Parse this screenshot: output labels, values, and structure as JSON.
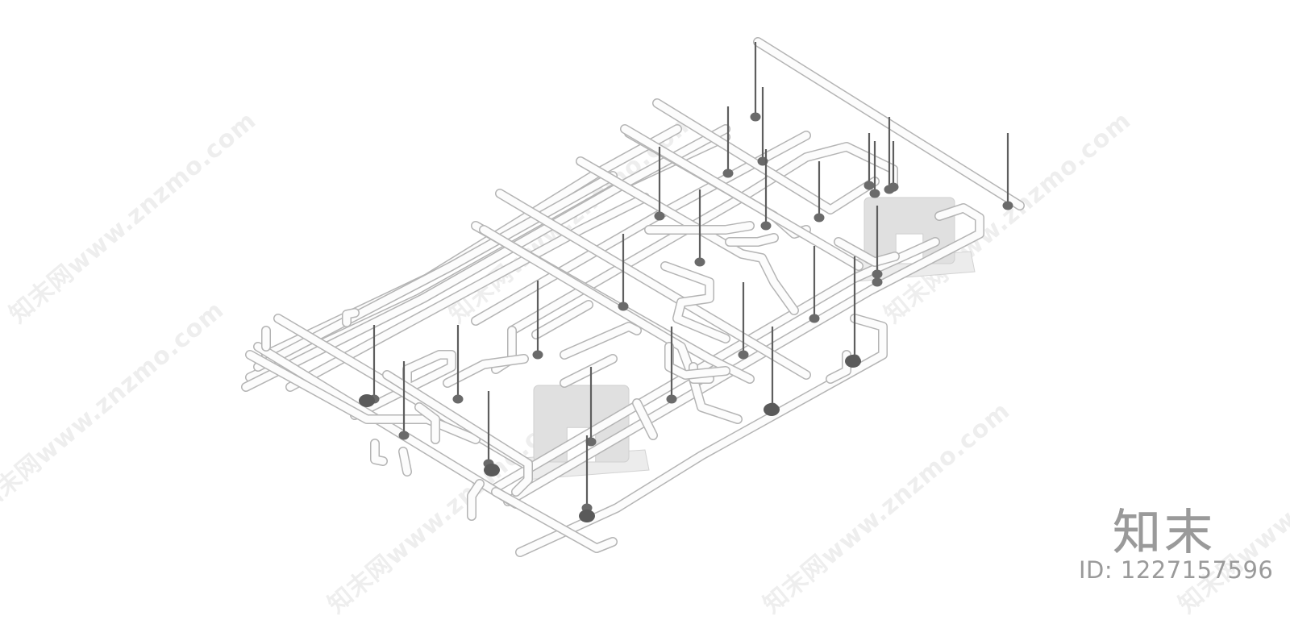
{
  "watermark": {
    "text": "知末网www.znzmo.com",
    "color": "#c8c8c8"
  },
  "brand": {
    "logo": "知末",
    "id_label": "ID: 1227157596",
    "color": "#9a9a9a"
  },
  "drawing": {
    "pipe_outline_color": "#b4b4b4",
    "pipe_fill_color": "#fcfcfc",
    "hanger_rod_color": "#5e5e5e",
    "hanger_clamp_color": "#6a6a6a",
    "unit_color": "#e0e0e0"
  }
}
